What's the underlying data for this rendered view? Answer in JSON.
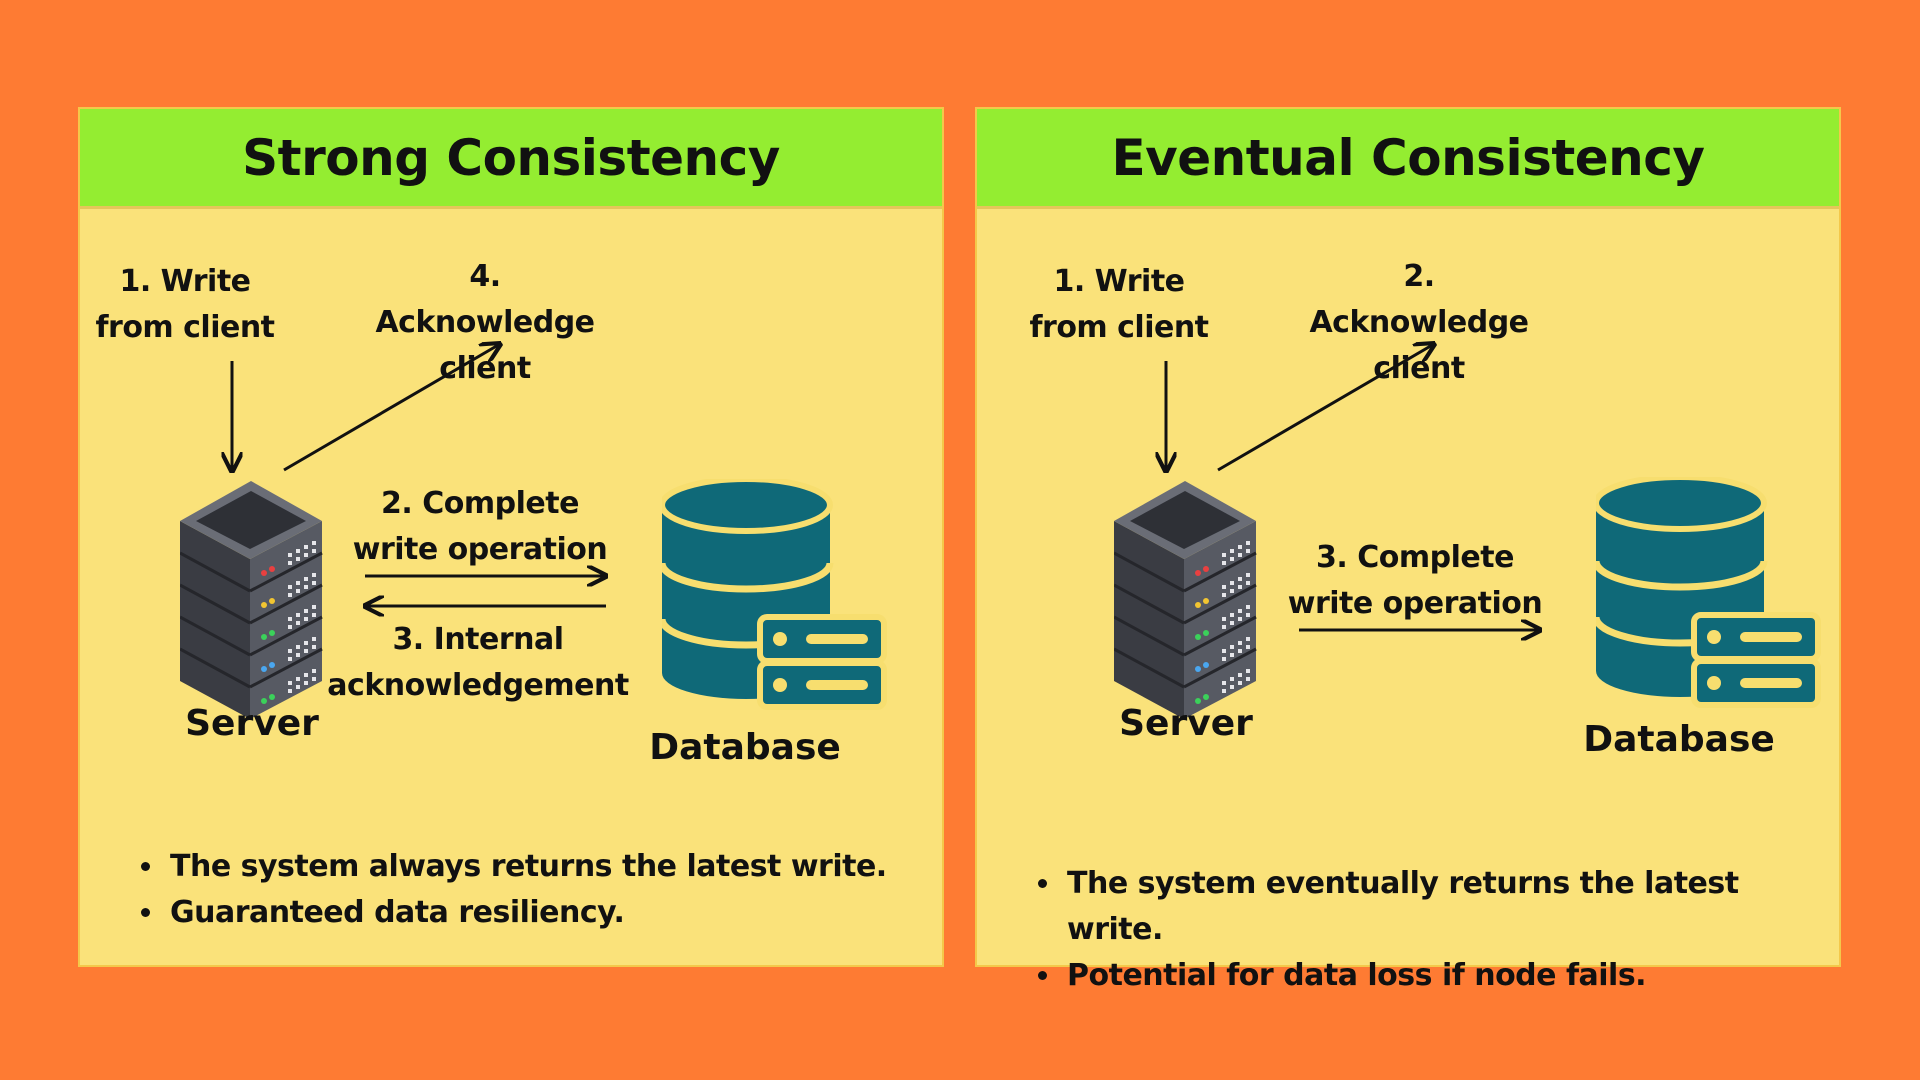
{
  "colors": {
    "background": "#fe7b33",
    "panel": "#fae27a",
    "header": "#94ed31",
    "db": "#0f6978",
    "server": "#4b4d55"
  },
  "panels": [
    {
      "title": "Strong Consistency",
      "steps": {
        "write": "1. Write from client",
        "ack_client": "4. Acknowledge client",
        "complete": "2. Complete write operation",
        "internal": "3. Internal acknowledgement"
      },
      "server_label": "Server",
      "database_label": "Database",
      "bullets": [
        "The system always returns the latest write.",
        "Guaranteed data resiliency."
      ]
    },
    {
      "title": "Eventual Consistency",
      "steps": {
        "write": "1. Write from client",
        "ack_client": "2. Acknowledge client",
        "complete": "3. Complete write operation"
      },
      "server_label": "Server",
      "database_label": "Database",
      "bullets": [
        "The system eventually returns the latest write.",
        "Potential for data loss if node fails."
      ]
    }
  ]
}
